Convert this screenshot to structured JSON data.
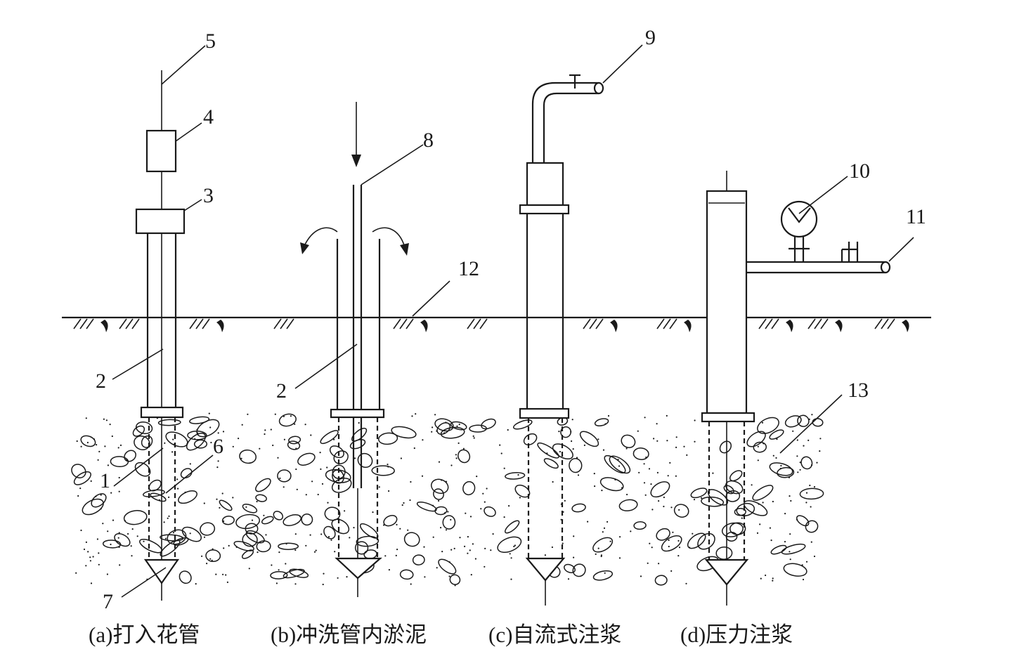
{
  "figure": {
    "labels": [
      "1",
      "2",
      "2",
      "3",
      "4",
      "5",
      "6",
      "7",
      "8",
      "9",
      "10",
      "11",
      "12",
      "13"
    ],
    "captions": {
      "a": "(a)打入花管",
      "b": "(b)冲洗管内淤泥",
      "c": "(c)自流式注浆",
      "d": "(d)压力注浆"
    }
  }
}
